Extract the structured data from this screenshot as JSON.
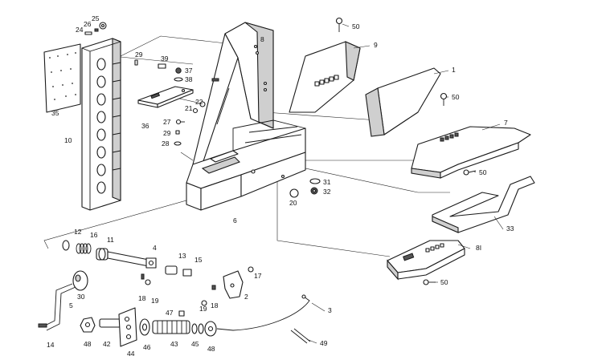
{
  "diagram": {
    "labels": {
      "l1": "1",
      "l2": "2",
      "l3": "3",
      "l4": "4",
      "l5": "5",
      "l6": "6",
      "l7": "7",
      "l8": "8",
      "l8i": "8I",
      "l9": "9",
      "l10": "10",
      "l11": "11",
      "l12": "12",
      "l13": "13",
      "l14": "14",
      "l15": "15",
      "l16": "16",
      "l17": "17",
      "l18a": "18",
      "l18b": "18",
      "l19a": "19",
      "l19b": "19",
      "l20": "20",
      "l21": "21",
      "l22": "22",
      "l24": "24",
      "l25": "25",
      "l26": "26",
      "l27": "27",
      "l28": "28",
      "l29a": "29",
      "l29b": "29",
      "l30": "30",
      "l31": "31",
      "l32": "32",
      "l33": "33",
      "l35": "35",
      "l36": "36",
      "l37": "37",
      "l38": "38",
      "l39": "39",
      "l42": "42",
      "l43": "43",
      "l44": "44",
      "l45": "45",
      "l46": "46",
      "l47": "47",
      "l48a": "48",
      "l48b": "48",
      "l49": "49",
      "l50a": "50",
      "l50b": "50",
      "l50c": "50",
      "l50d": "50"
    }
  }
}
